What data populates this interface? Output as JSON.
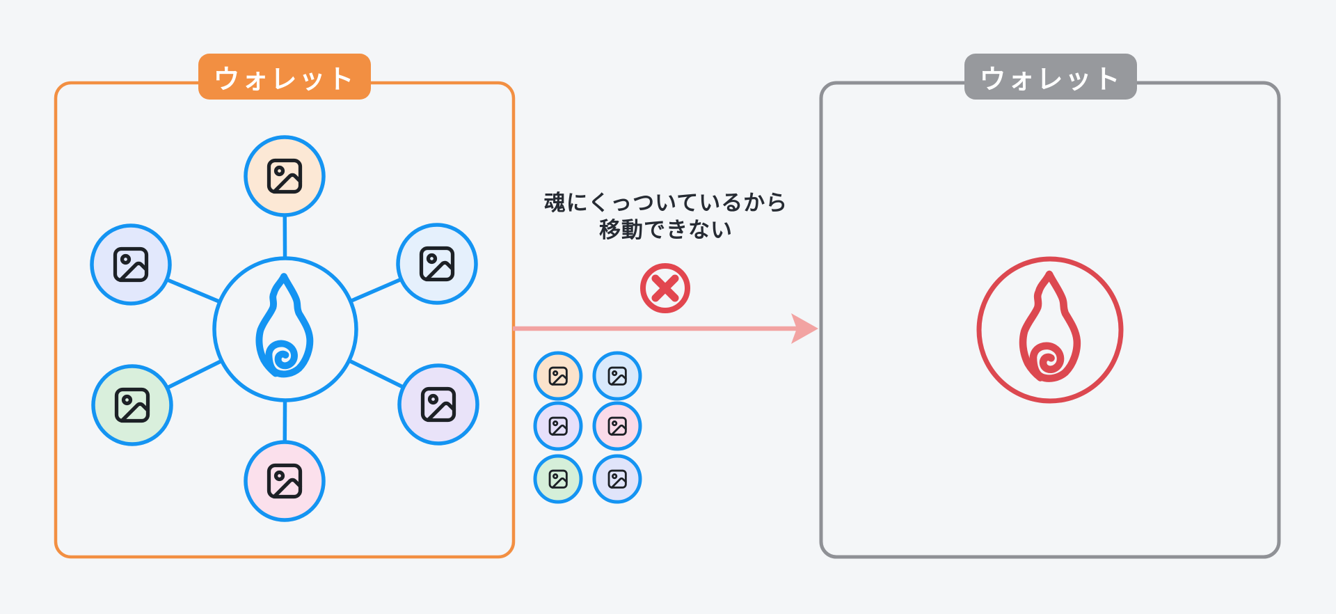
{
  "page": {
    "background": "#F4F6F8"
  },
  "left_wallet": {
    "label": "ウォレット",
    "accent_color": "#F28F42",
    "soul_icon": "soul-flame-icon",
    "soul_color": "#1494F2",
    "nft_icon": "image-icon",
    "nfts": [
      {
        "name": "nft-top",
        "fill": "#FCE8D5"
      },
      {
        "name": "nft-upper-left",
        "fill": "#E2E8FC"
      },
      {
        "name": "nft-upper-right",
        "fill": "#E5F0FC"
      },
      {
        "name": "nft-lower-left",
        "fill": "#D9EFDC"
      },
      {
        "name": "nft-lower-right",
        "fill": "#E9E3F9"
      },
      {
        "name": "nft-bottom",
        "fill": "#FBE0EC"
      }
    ]
  },
  "transfer": {
    "caption_line1": "魂にくっついているから",
    "caption_line2": "移動できない",
    "caption_color": "#262B33",
    "blocked_icon": "cross-circle-icon",
    "blocked_color": "#E2464F",
    "arrow_icon": "arrow-right",
    "arrow_color": "#F2A3A2",
    "chips": [
      {
        "name": "nft-chip-1",
        "fill": "#FBE3CC"
      },
      {
        "name": "nft-chip-2",
        "fill": "#D9E9FB"
      },
      {
        "name": "nft-chip-3",
        "fill": "#E6E0FA"
      },
      {
        "name": "nft-chip-4",
        "fill": "#FADBE9"
      },
      {
        "name": "nft-chip-5",
        "fill": "#D5EFD9"
      },
      {
        "name": "nft-chip-6",
        "fill": "#E0E4FA"
      }
    ]
  },
  "right_wallet": {
    "label": "ウォレット",
    "accent_color": "#8F9196",
    "label_bg": "#97999D",
    "soul_icon": "soul-flame-icon",
    "soul_color": "#DC4850"
  }
}
